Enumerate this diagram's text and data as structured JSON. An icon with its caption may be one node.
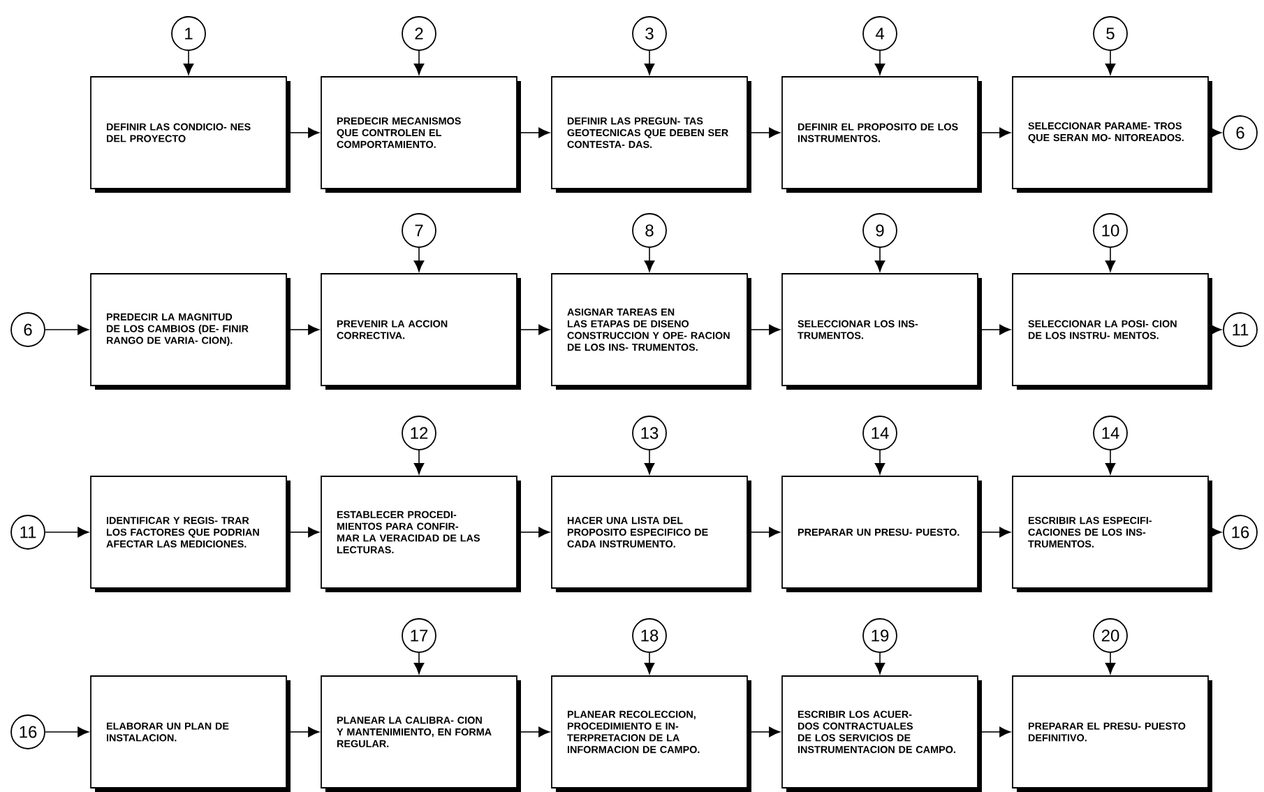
{
  "diagram": {
    "nodes": [
      {
        "text": [
          "1"
        ]
      },
      {
        "text": [
          "DEFINIR LAS CONDICIO- NES DEL PROYECTO"
        ]
      },
      {
        "text": [
          "2"
        ]
      },
      {
        "text": [
          "PREDECIR MECANISMOS QUE CONTROLEN EL COMPORTAMIENTO."
        ]
      },
      {
        "text": [
          "3"
        ]
      },
      {
        "text": [
          "DEFINIR LAS PREGUN- TAS GEOTECNICAS QUE DEBEN SER CONTESTA- DAS."
        ]
      },
      {
        "text": [
          "4"
        ]
      },
      {
        "text": [
          "DEFINIR EL PROPOSITO DE LOS INSTRUMENTOS."
        ]
      },
      {
        "text": [
          "5"
        ]
      },
      {
        "text": [
          "SELECCIONAR PARAME- TROS QUE SERAN MO- NITOREADOS."
        ]
      },
      {
        "text": [
          "6"
        ]
      },
      {
        "text": [
          "6"
        ]
      },
      {
        "text": [
          "PREDECIR LA MAGNITUD DE LOS CAMBIOS (DE- FINIR RANGO DE VARIA- CION)."
        ]
      },
      {
        "text": [
          "7"
        ]
      },
      {
        "text": [
          "PREVENIR LA ACCION CORRECTIVA."
        ]
      },
      {
        "text": [
          "8"
        ]
      },
      {
        "text": [
          "ASIGNAR TAREAS EN LAS ETAPAS DE DISENO CONSTRUCCION Y OPE- RACION DE LOS INS- TRUMENTOS."
        ]
      },
      {
        "text": [
          "9"
        ]
      },
      {
        "text": [
          "SELECCIONAR LOS INS- TRUMENTOS."
        ]
      },
      {
        "text": [
          "10"
        ]
      },
      {
        "text": [
          "SELECCIONAR LA POSI- CION DE LOS INSTRU- MENTOS."
        ]
      },
      {
        "text": [
          "11"
        ]
      },
      {
        "text": [
          "11"
        ]
      },
      {
        "text": [
          "IDENTIFICAR Y REGIS- TRAR LOS FACTORES QUE PODRIAN AFECTAR LAS MEDICIONES."
        ]
      },
      {
        "text": [
          "12"
        ]
      },
      {
        "text": [
          "ESTABLECER PROCEDI- MIENTOS PARA CONFIR- MAR LA VERACIDAD DE LAS LECTURAS."
        ]
      },
      {
        "text": [
          "13"
        ]
      },
      {
        "text": [
          "HACER UNA LISTA DEL PROPOSITO ESPECIFICO DE CADA INSTRUMENTO."
        ]
      },
      {
        "text": [
          "14"
        ]
      },
      {
        "text": [
          "PREPARAR UN PRESU- PUESTO."
        ]
      },
      {
        "text": [
          "14"
        ]
      },
      {
        "text": [
          "ESCRIBIR LAS ESPECIFI- CACIONES DE LOS INS- TRUMENTOS."
        ]
      },
      {
        "text": [
          "16"
        ]
      },
      {
        "text": [
          "16"
        ]
      },
      {
        "text": [
          "ELABORAR UN PLAN DE INSTALACION."
        ]
      },
      {
        "text": [
          "17"
        ]
      },
      {
        "text": [
          "PLANEAR LA CALIBRA- CION Y MANTENIMIENTO, EN FORMA REGULAR."
        ]
      },
      {
        "text": [
          "18"
        ]
      },
      {
        "text": [
          "PLANEAR RECOLECCION, PROCEDIMIENTO E IN- TERPRETACION DE LA INFORMACION DE CAMPO."
        ]
      },
      {
        "text": [
          "19"
        ]
      },
      {
        "text": [
          "ESCRIBIR LOS ACUER- DOS CONTRACTUALES DE LOS SERVICIOS DE INSTRUMENTACION DE CAMPO."
        ]
      },
      {
        "text": [
          "20"
        ]
      },
      {
        "text": [
          "PREPARAR EL PRESU- PUESTO DEFINITIVO."
        ]
      }
    ],
    "edges": [
      {
        "from": 0,
        "to": 1,
        "arrow": "to"
      },
      {
        "from": 2,
        "to": 3,
        "arrow": "to"
      },
      {
        "from": 4,
        "to": 5,
        "arrow": "to"
      },
      {
        "from": 6,
        "to": 7,
        "arrow": "to"
      },
      {
        "from": 8,
        "to": 9,
        "arrow": "to"
      },
      {
        "from": 1,
        "to": 3,
        "arrow": "to"
      },
      {
        "from": 3,
        "to": 5,
        "arrow": "to"
      },
      {
        "from": 5,
        "to": 7,
        "arrow": "to"
      },
      {
        "from": 7,
        "to": 9,
        "arrow": "to"
      },
      {
        "from": 9,
        "to": 10,
        "arrow": "to"
      },
      {
        "from": 11,
        "to": 12,
        "arrow": "to"
      },
      {
        "from": 13,
        "to": 14,
        "arrow": "to"
      },
      {
        "from": 15,
        "to": 16,
        "arrow": "to"
      },
      {
        "from": 17,
        "to": 18,
        "arrow": "to"
      },
      {
        "from": 19,
        "to": 20,
        "arrow": "to"
      },
      {
        "from": 12,
        "to": 14,
        "arrow": "to"
      },
      {
        "from": 14,
        "to": 16,
        "arrow": "to"
      },
      {
        "from": 16,
        "to": 18,
        "arrow": "to"
      },
      {
        "from": 18,
        "to": 20,
        "arrow": "to"
      },
      {
        "from": 20,
        "to": 21,
        "arrow": "to"
      },
      {
        "from": 22,
        "to": 23,
        "arrow": "to"
      },
      {
        "from": 24,
        "to": 25,
        "arrow": "to"
      },
      {
        "from": 26,
        "to": 27,
        "arrow": "to"
      },
      {
        "from": 28,
        "to": 29,
        "arrow": "to"
      },
      {
        "from": 30,
        "to": 31,
        "arrow": "to"
      },
      {
        "from": 23,
        "to": 25,
        "arrow": "to"
      },
      {
        "from": 25,
        "to": 27,
        "arrow": "to"
      },
      {
        "from": 27,
        "to": 29,
        "arrow": "to"
      },
      {
        "from": 29,
        "to": 31,
        "arrow": "to"
      },
      {
        "from": 31,
        "to": 32,
        "arrow": "to"
      },
      {
        "from": 33,
        "to": 34,
        "arrow": "to"
      },
      {
        "from": 35,
        "to": 36,
        "arrow": "to"
      },
      {
        "from": 37,
        "to": 38,
        "arrow": "to"
      },
      {
        "from": 39,
        "to": 40,
        "arrow": "to"
      },
      {
        "from": 41,
        "to": 42,
        "arrow": "to"
      },
      {
        "from": 34,
        "to": 36,
        "arrow": "to"
      },
      {
        "from": 36,
        "to": 38,
        "arrow": "to"
      },
      {
        "from": 38,
        "to": 40,
        "arrow": "to"
      },
      {
        "from": 40,
        "to": 42,
        "arrow": "to"
      }
    ]
  }
}
